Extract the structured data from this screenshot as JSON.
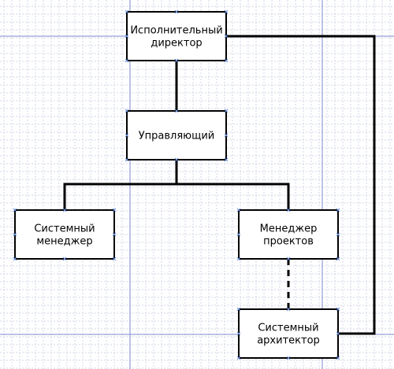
{
  "diagram": {
    "colors": {
      "grid_minor": "#d2d7e6",
      "grid_major": "#7d8ad0",
      "node_border": "#000000",
      "node_fill": "#ffffff",
      "connector": "#000000",
      "handle": "#6b8fd6"
    },
    "nodes": [
      {
        "id": "executive-director",
        "lines": [
          "Исполнительный",
          "директор"
        ]
      },
      {
        "id": "manager",
        "lines": [
          "Управляющий"
        ]
      },
      {
        "id": "system-manager",
        "lines": [
          "Системный",
          "менеджер"
        ]
      },
      {
        "id": "project-manager",
        "lines": [
          "Менеджер",
          "проектов"
        ]
      },
      {
        "id": "system-architect",
        "lines": [
          "Системный",
          "архитектор"
        ]
      }
    ],
    "connectors": [
      {
        "from": "executive-director",
        "to": "manager",
        "style": "solid"
      },
      {
        "from": "manager",
        "to": "system-manager",
        "style": "solid"
      },
      {
        "from": "manager",
        "to": "project-manager",
        "style": "solid"
      },
      {
        "from": "project-manager",
        "to": "system-architect",
        "style": "dashed"
      },
      {
        "from": "executive-director",
        "to": "system-architect",
        "style": "solid"
      }
    ]
  }
}
